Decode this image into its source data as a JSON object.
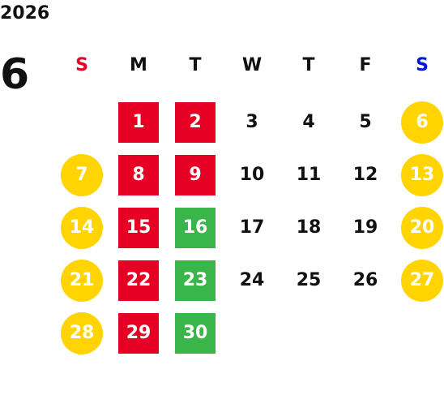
{
  "calendar": {
    "year": "2026",
    "month": "6",
    "weekdays": [
      {
        "label": "S",
        "color": "#e60023"
      },
      {
        "label": "M",
        "color": "#111111"
      },
      {
        "label": "T",
        "color": "#111111"
      },
      {
        "label": "W",
        "color": "#111111"
      },
      {
        "label": "T",
        "color": "#111111"
      },
      {
        "label": "F",
        "color": "#111111"
      },
      {
        "label": "S",
        "color": "#0018d8"
      }
    ],
    "first_weekday_index": 1,
    "days": [
      {
        "day": "1",
        "marker": "red"
      },
      {
        "day": "2",
        "marker": "red"
      },
      {
        "day": "3",
        "marker": "none"
      },
      {
        "day": "4",
        "marker": "none"
      },
      {
        "day": "5",
        "marker": "none"
      },
      {
        "day": "6",
        "marker": "yellow"
      },
      {
        "day": "7",
        "marker": "yellow"
      },
      {
        "day": "8",
        "marker": "red"
      },
      {
        "day": "9",
        "marker": "red"
      },
      {
        "day": "10",
        "marker": "none"
      },
      {
        "day": "11",
        "marker": "none"
      },
      {
        "day": "12",
        "marker": "none"
      },
      {
        "day": "13",
        "marker": "yellow"
      },
      {
        "day": "14",
        "marker": "yellow"
      },
      {
        "day": "15",
        "marker": "red"
      },
      {
        "day": "16",
        "marker": "green"
      },
      {
        "day": "17",
        "marker": "none"
      },
      {
        "day": "18",
        "marker": "none"
      },
      {
        "day": "19",
        "marker": "none"
      },
      {
        "day": "20",
        "marker": "yellow"
      },
      {
        "day": "21",
        "marker": "yellow"
      },
      {
        "day": "22",
        "marker": "red"
      },
      {
        "day": "23",
        "marker": "green"
      },
      {
        "day": "24",
        "marker": "none"
      },
      {
        "day": "25",
        "marker": "none"
      },
      {
        "day": "26",
        "marker": "none"
      },
      {
        "day": "27",
        "marker": "yellow"
      },
      {
        "day": "28",
        "marker": "yellow"
      },
      {
        "day": "29",
        "marker": "red"
      },
      {
        "day": "30",
        "marker": "green"
      }
    ]
  }
}
